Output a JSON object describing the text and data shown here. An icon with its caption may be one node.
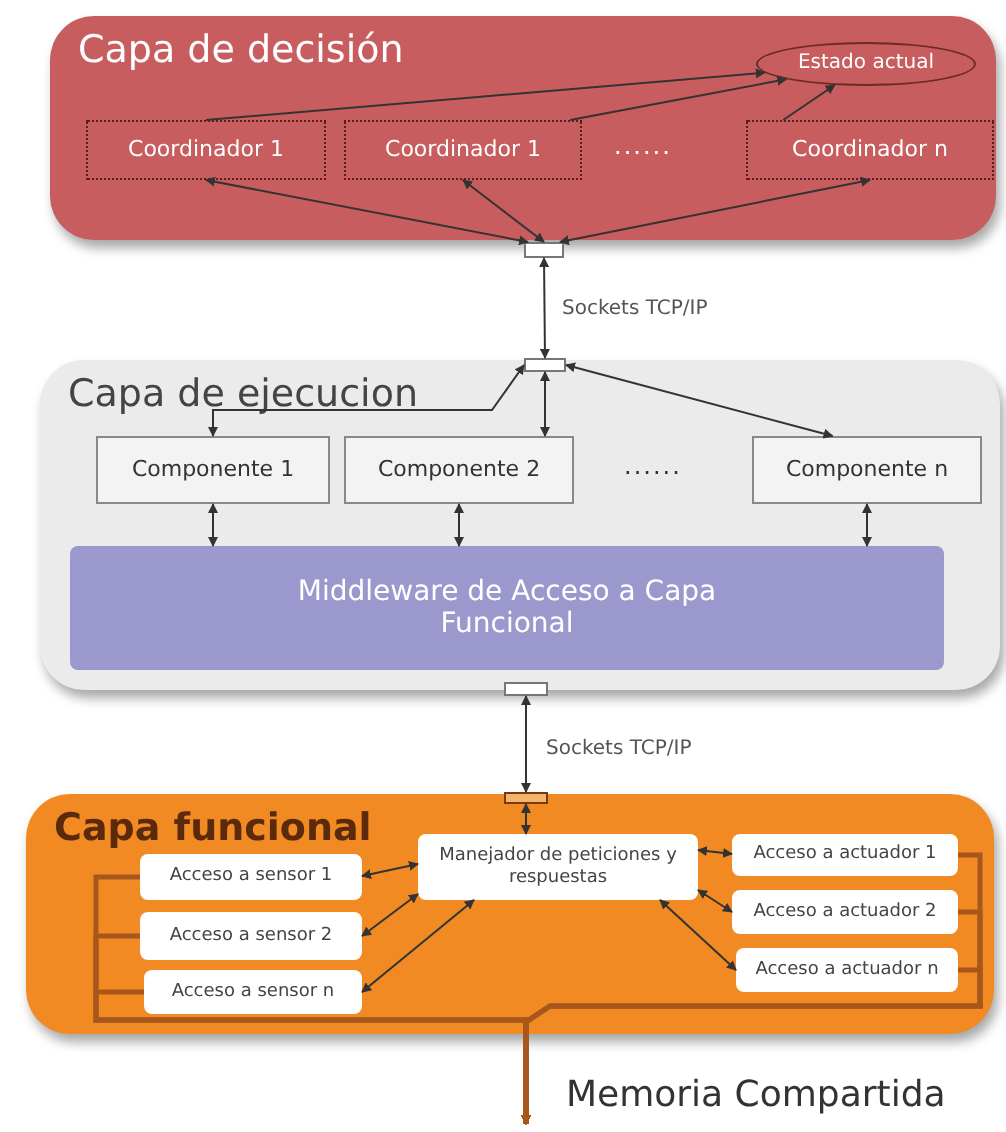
{
  "diagram": {
    "nodes": [
      {
        "text": [
          "Capa de decisión"
        ]
      },
      {
        "text": [
          "Estado actual"
        ],
        "in": 0
      },
      {
        "text": [
          "Coordinador 1"
        ],
        "in": 0
      },
      {
        "text": [
          "Coordinador 1"
        ],
        "in": 0
      },
      {
        "text": [
          "Coordinador n"
        ],
        "in": 0
      },
      {
        "text": [],
        "shape": "box"
      },
      {
        "text": [
          "Capa de ejecucion"
        ]
      },
      {
        "text": [],
        "shape": "box",
        "in": 6
      },
      {
        "text": [
          "Componente 1"
        ],
        "in": 6
      },
      {
        "text": [
          "Componente 2"
        ],
        "in": 6
      },
      {
        "text": [
          "Componente n"
        ],
        "in": 6
      },
      {
        "text": [
          "Middleware de Acceso a Capa Funcional"
        ],
        "in": 6
      },
      {
        "text": [],
        "shape": "box"
      },
      {
        "text": [
          "Capa funcional"
        ]
      },
      {
        "text": [],
        "shape": "box",
        "in": 13
      },
      {
        "text": [
          "Manejador de peticiones y respuestas"
        ],
        "in": 13
      },
      {
        "text": [
          "Acceso a sensor 1"
        ],
        "in": 13
      },
      {
        "text": [
          "Acceso a sensor 2"
        ],
        "in": 13
      },
      {
        "text": [
          "Acceso a sensor n"
        ],
        "in": 13
      },
      {
        "text": [
          "Acceso a actuador 1"
        ],
        "in": 13
      },
      {
        "text": [
          "Acceso a actuador 2"
        ],
        "in": 13
      },
      {
        "text": [
          "Acceso a actuador n"
        ],
        "in": 13
      }
    ],
    "edges": [
      {
        "from": 2,
        "to": 1,
        "arrow": "to"
      },
      {
        "from": 3,
        "to": 1,
        "arrow": "to"
      },
      {
        "from": 4,
        "to": 1,
        "arrow": "to"
      },
      {
        "from": 5,
        "to": 2,
        "arrow": "both"
      },
      {
        "from": 5,
        "to": 3,
        "arrow": "both"
      },
      {
        "from": 5,
        "to": 4,
        "arrow": "both"
      },
      {
        "from": 5,
        "to": 7,
        "arrow": "both",
        "label": "Sockets TCP/IP"
      },
      {
        "from": 7,
        "to": 8,
        "arrow": "both"
      },
      {
        "from": 7,
        "to": 9,
        "arrow": "both"
      },
      {
        "from": 7,
        "to": 10,
        "arrow": "both"
      },
      {
        "from": 8,
        "to": 11,
        "arrow": "both"
      },
      {
        "from": 9,
        "to": 11,
        "arrow": "both"
      },
      {
        "from": 10,
        "to": 11,
        "arrow": "both"
      },
      {
        "from": 12,
        "to": 14,
        "arrow": "both",
        "label": "Sockets TCP/IP"
      },
      {
        "from": 14,
        "to": 15,
        "arrow": "both"
      },
      {
        "from": 15,
        "to": 16,
        "arrow": "both"
      },
      {
        "from": 15,
        "to": 17,
        "arrow": "both"
      },
      {
        "from": 15,
        "to": 18,
        "arrow": "both"
      },
      {
        "from": 15,
        "to": 19,
        "arrow": "both"
      },
      {
        "from": 15,
        "to": 20,
        "arrow": "both"
      },
      {
        "from": 15,
        "to": 21,
        "arrow": "both"
      },
      {
        "from": 16,
        "to": null,
        "arrow": "to",
        "style": "thick",
        "color": "#a8571c"
      },
      {
        "from": 17,
        "to": null,
        "arrow": "to",
        "style": "thick",
        "color": "#a8571c"
      },
      {
        "from": 18,
        "to": null,
        "arrow": "to",
        "style": "thick",
        "color": "#a8571c"
      },
      {
        "from": 19,
        "to": null,
        "arrow": "to",
        "style": "thick",
        "color": "#a8571c"
      },
      {
        "from": 20,
        "to": null,
        "arrow": "to",
        "style": "thick",
        "color": "#a8571c"
      },
      {
        "from": 21,
        "to": null,
        "arrow": "to",
        "style": "thick",
        "color": "#a8571c"
      }
    ],
    "labels": [
      "......",
      "......",
      "Memoria Compartida"
    ]
  }
}
